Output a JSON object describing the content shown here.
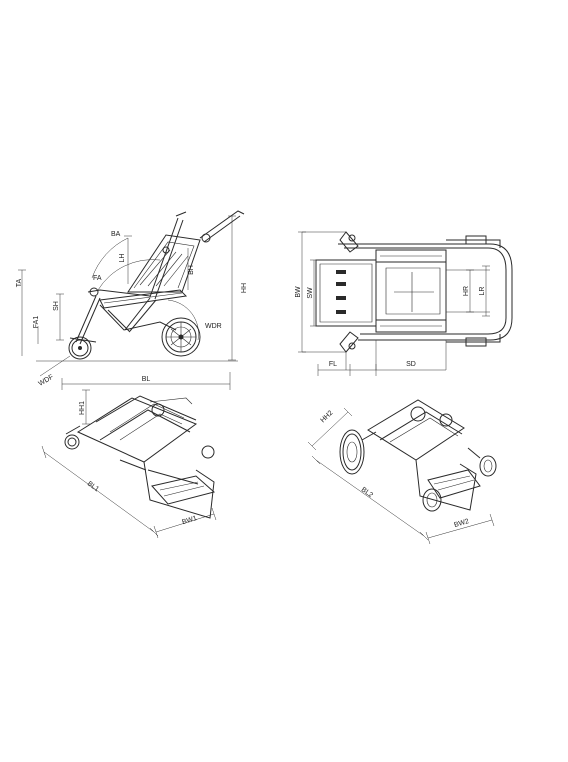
{
  "diagram": {
    "views": [
      {
        "id": "side-view",
        "labels": {
          "ta": "TA",
          "ba": "BA",
          "lh": "LH",
          "bh": "BH",
          "fa": "FA",
          "sh": "SH",
          "fa1": "FA1",
          "wdr": "WDR",
          "wdf": "WDF",
          "hh": "HH",
          "bl": "BL"
        }
      },
      {
        "id": "top-view",
        "labels": {
          "bw": "BW",
          "sw": "SW",
          "hr": "HR",
          "lr": "LR",
          "fl": "FL",
          "sd": "SD"
        }
      },
      {
        "id": "folded-view-1",
        "labels": {
          "hh1": "HH1",
          "bl1": "BL1",
          "bw1": "BW1"
        }
      },
      {
        "id": "folded-view-2",
        "labels": {
          "hh2": "HH2",
          "bl2": "BL2",
          "bw2": "BW2"
        }
      }
    ]
  }
}
